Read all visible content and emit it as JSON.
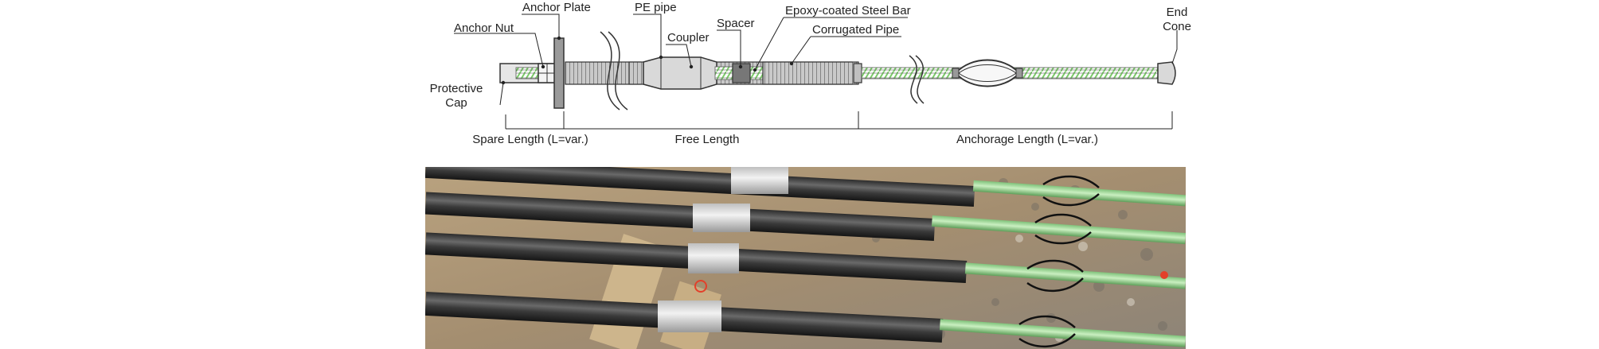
{
  "labels": {
    "anchor_plate": "Anchor Plate",
    "anchor_nut": "Anchor Nut",
    "pe_pipe": "PE pipe",
    "coupler": "Coupler",
    "spacer": "Spacer",
    "epoxy_bar": "Epoxy-coated Steel Bar",
    "corrugated_pipe": "Corrugated Pipe",
    "end_cone_line1": "End",
    "end_cone_line2": "Cone",
    "protective_cap_line1": "Protective",
    "protective_cap_line2": "Cap"
  },
  "lengths": {
    "spare": "Spare Length (L=var.)",
    "free": "Free Length",
    "anchorage": "Anchorage Length (L=var.)"
  },
  "colors": {
    "bar_green": "#9fd88f",
    "line": "#222222",
    "pipe_gray": "#bdbdbd"
  }
}
